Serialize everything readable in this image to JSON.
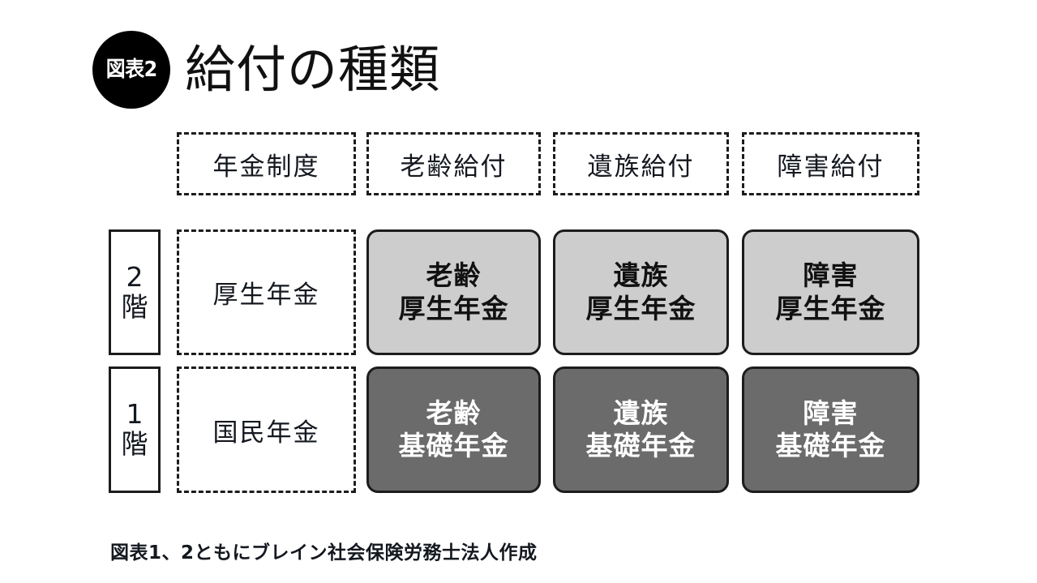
{
  "figure": {
    "badge_label": "図表2",
    "title": "給付の種類",
    "footnote": "図表1、2ともにブレイン社会保険労務士法人作成",
    "colors": {
      "tier2_fill": "#cdcdcd",
      "tier1_fill": "#6b6b6b",
      "tier1_text": "#ffffff",
      "tier2_text": "#111111",
      "border": "#1c1c1c",
      "badge_fill": "#000000",
      "background": "#ffffff"
    }
  },
  "chart_data": {
    "type": "table",
    "title": "給付の種類",
    "columns": [
      "年金制度",
      "老齢給付",
      "遺族給付",
      "障害給付"
    ],
    "row_labels": [
      "2階",
      "1階"
    ],
    "rows": [
      {
        "tier": "2階",
        "scheme": "厚生年金",
        "cells": [
          {
            "line1": "老齢",
            "line2": "厚生年金",
            "style": "light"
          },
          {
            "line1": "遺族",
            "line2": "厚生年金",
            "style": "light"
          },
          {
            "line1": "障害",
            "line2": "厚生年金",
            "style": "light"
          }
        ]
      },
      {
        "tier": "1階",
        "scheme": "国民年金",
        "cells": [
          {
            "line1": "老齢",
            "line2": "基礎年金",
            "style": "dark"
          },
          {
            "line1": "遺族",
            "line2": "基礎年金",
            "style": "dark"
          },
          {
            "line1": "障害",
            "line2": "基礎年金",
            "style": "dark"
          }
        ]
      }
    ],
    "grid": false,
    "legend": ""
  },
  "header": {
    "col0": "年金制度",
    "col1": "老齢給付",
    "col2": "遺族給付",
    "col3": "障害給付"
  },
  "tier2": {
    "floor_num": "2",
    "floor_unit": "階",
    "scheme": "厚生年金",
    "c1l1": "老齢",
    "c1l2": "厚生年金",
    "c2l1": "遺族",
    "c2l2": "厚生年金",
    "c3l1": "障害",
    "c3l2": "厚生年金"
  },
  "tier1": {
    "floor_num": "1",
    "floor_unit": "階",
    "scheme": "国民年金",
    "c1l1": "老齢",
    "c1l2": "基礎年金",
    "c2l1": "遺族",
    "c2l2": "基礎年金",
    "c3l1": "障害",
    "c3l2": "基礎年金"
  }
}
